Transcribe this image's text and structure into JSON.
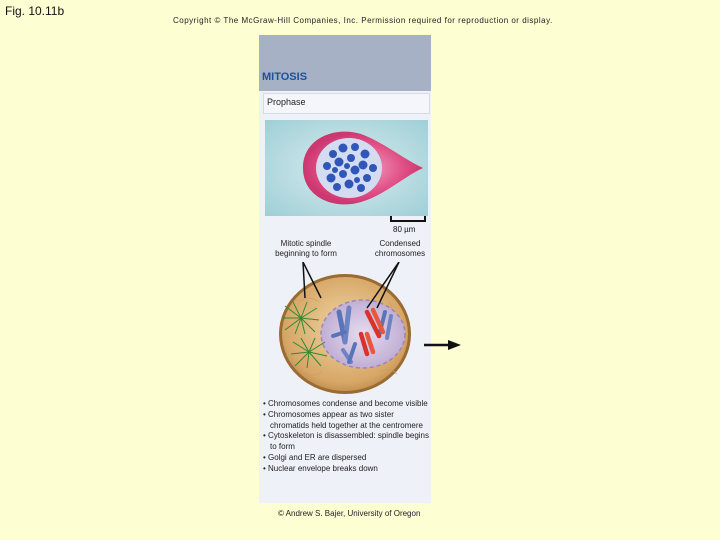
{
  "figure_label": "Fig. 10.11b",
  "copyright": "Copyright © The McGraw-Hill Companies, Inc. Permission required for reproduction or display.",
  "header": {
    "title": "MITOSIS"
  },
  "phase": {
    "label": "Prophase"
  },
  "micrograph": {
    "scale_label": "80 µm"
  },
  "callouts": {
    "spindle": [
      "Mitotic spindle",
      "beginning to form"
    ],
    "chromosomes": [
      "Condensed",
      "chromosomes"
    ]
  },
  "bullets": [
    "Chromosomes condense and become visible",
    "Chromosomes appear as two sister chromatids held together at the centromere",
    "Cytoskeleton is disassembled: spindle begins to form",
    "Golgi and ER are dispersed",
    "Nuclear envelope breaks down"
  ],
  "credit": "© Andrew S. Bajer, University of Oregon",
  "colors": {
    "background": "#fefed3",
    "header": "#a6b1c5",
    "title": "#1c4f9e",
    "panel": "#eef1f7",
    "cell": "#d7a86a",
    "chromosome_red": "#d9322a",
    "chromosome_blue": "#5a74b8",
    "spindle_green": "#3d8c3d"
  }
}
